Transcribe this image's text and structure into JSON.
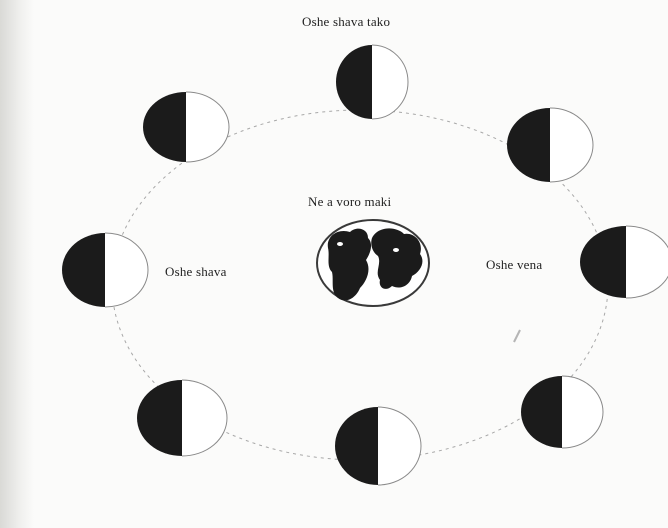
{
  "labels": {
    "top": "Oshe shava tako",
    "center": "Ne a voro maki",
    "left": "Oshe shava",
    "right": "Oshe vena"
  },
  "icons": {
    "moon": "half-moon-icon",
    "earth": "earth-icon"
  },
  "colors": {
    "dark": "#1b1b1b",
    "outline": "#8a8a8a",
    "orbit": "#9a9a9a"
  }
}
